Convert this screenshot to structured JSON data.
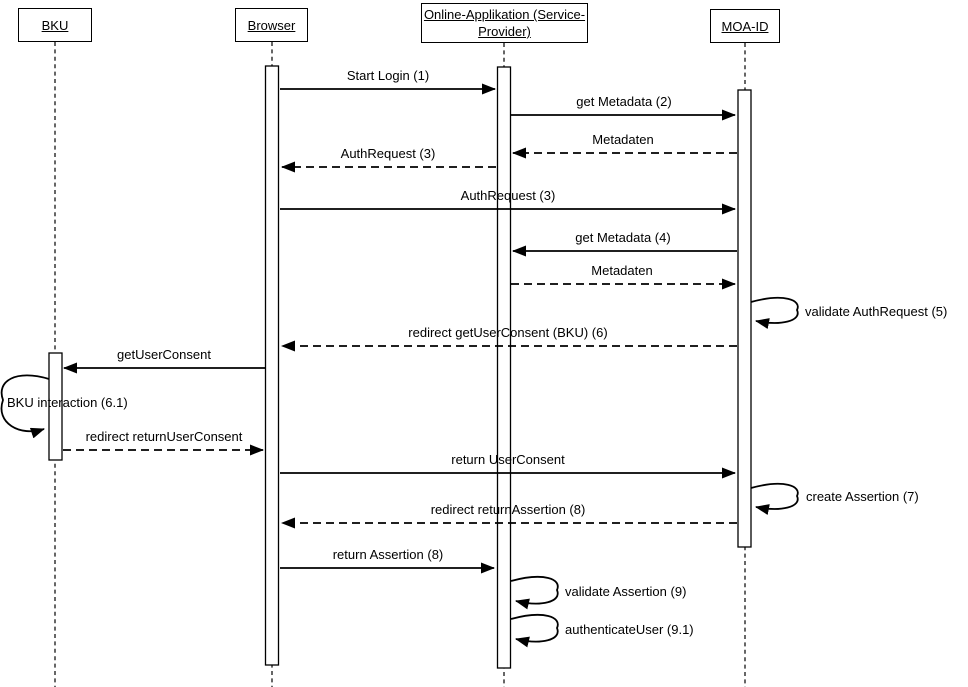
{
  "participants": [
    {
      "id": "bku",
      "label": "BKU"
    },
    {
      "id": "browser",
      "label": "Browser"
    },
    {
      "id": "online-app",
      "label_line1": "Online-Applikation (Service-",
      "label_line2": "Provider)"
    },
    {
      "id": "moa-id",
      "label": "MOA-ID"
    }
  ],
  "messages": [
    {
      "label": "Start Login (1)",
      "from": "browser",
      "to": "online-app",
      "style": "solid"
    },
    {
      "label": "get Metadata (2)",
      "from": "online-app",
      "to": "moa-id",
      "style": "solid"
    },
    {
      "label": "Metadaten",
      "from": "moa-id",
      "to": "online-app",
      "style": "dashed"
    },
    {
      "label": "AuthRequest (3)",
      "from": "online-app",
      "to": "browser",
      "style": "dashed"
    },
    {
      "label": "AuthRequest (3)",
      "from": "browser",
      "to": "moa-id",
      "style": "solid"
    },
    {
      "label": "get Metadata (4)",
      "from": "moa-id",
      "to": "online-app",
      "style": "solid"
    },
    {
      "label": "Metadaten",
      "from": "online-app",
      "to": "moa-id",
      "style": "dashed"
    },
    {
      "label": "validate AuthRequest (5)",
      "from": "moa-id",
      "to": "moa-id",
      "style": "self"
    },
    {
      "label": "redirect getUserConsent (BKU) (6)",
      "from": "moa-id",
      "to": "browser",
      "style": "dashed"
    },
    {
      "label": "getUserConsent",
      "from": "browser",
      "to": "bku",
      "style": "solid"
    },
    {
      "label": "BKU interaction (6.1)",
      "from": "bku",
      "to": "bku",
      "style": "self"
    },
    {
      "label": "redirect returnUserConsent",
      "from": "bku",
      "to": "browser",
      "style": "dashed"
    },
    {
      "label": "return UserConsent",
      "from": "browser",
      "to": "moa-id",
      "style": "solid"
    },
    {
      "label": "create Assertion (7)",
      "from": "moa-id",
      "to": "moa-id",
      "style": "self"
    },
    {
      "label": "redirect returnAssertion (8)",
      "from": "moa-id",
      "to": "browser",
      "style": "dashed"
    },
    {
      "label": "return Assertion (8)",
      "from": "browser",
      "to": "online-app",
      "style": "solid"
    },
    {
      "label": "validate Assertion (9)",
      "from": "online-app",
      "to": "online-app",
      "style": "self"
    },
    {
      "label": "authenticateUser (9.1)",
      "from": "online-app",
      "to": "online-app",
      "style": "self"
    }
  ],
  "colors": {
    "line": "#000000",
    "background": "#ffffff"
  }
}
